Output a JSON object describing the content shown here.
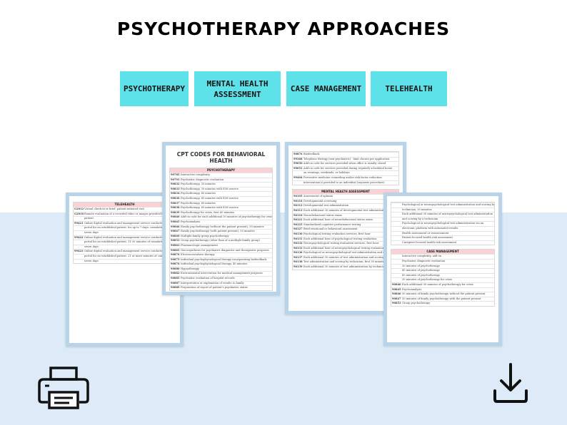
{
  "header": {
    "title": "PSYCHOTHERAPY APPROACHES"
  },
  "tabs": [
    {
      "label": "PSYCHOTHERAPY"
    },
    {
      "label": "MENTAL HEALTH ASSESSMENT"
    },
    {
      "label": "CASE MANAGEMENT"
    },
    {
      "label": "TELEHEALTH"
    }
  ],
  "pages": {
    "telehealth": {
      "sections": [
        {
          "heading": "TELEHEALTH",
          "rows": [
            {
              "code": "G2012",
              "desc": "Virtual check-in or brief, patient-initiated visit"
            },
            {
              "code": "G2010",
              "desc": "Remote evaluation of a recorded video or images provided by an established"
            },
            {
              "code": "",
              "desc": "patient"
            },
            {
              "code": "99421",
              "desc": "Online digital evaluation and management service conducted via a secure"
            },
            {
              "code": "",
              "desc": "portal for an established patient, for up to 7 days, cumulative time"
            },
            {
              "code": "",
              "desc": "seven days"
            },
            {
              "code": "99422",
              "desc": "Online digital evaluation and management service conducted via a secure"
            },
            {
              "code": "",
              "desc": "portal for an established patient, 11-20 minutes of cumulative time"
            },
            {
              "code": "",
              "desc": "seven days"
            },
            {
              "code": "99423",
              "desc": "Online digital evaluation and management service conducted via a secure"
            },
            {
              "code": "",
              "desc": "portal for an established patient, 21 or more minutes of cumulative time"
            },
            {
              "code": "",
              "desc": "seven days"
            }
          ]
        }
      ]
    },
    "psychotherapy": {
      "title": "CPT CODES FOR BEHAVIORAL HEALTH",
      "sections": [
        {
          "heading": "PSYCHOTHERAPY",
          "rows": [
            {
              "code": "90785",
              "desc": "Interactive complexity"
            },
            {
              "code": "90791",
              "desc": "Psychiatric diagnostic evaluation"
            },
            {
              "code": "90832",
              "desc": "Psychotherapy, 30 minutes"
            },
            {
              "code": "90833",
              "desc": "Psychotherapy, 30 minutes with E/M service"
            },
            {
              "code": "90834",
              "desc": "Psychotherapy, 45 minutes"
            },
            {
              "code": "90836",
              "desc": "Psychotherapy, 45 minutes with E/M service"
            },
            {
              "code": "90837",
              "desc": "Psychotherapy, 60 minutes"
            },
            {
              "code": "90838",
              "desc": "Psychotherapy, 60 minutes with E/M service"
            },
            {
              "code": "90839",
              "desc": "Psychotherapy for crisis, first 60 minutes"
            },
            {
              "code": "90840",
              "desc": "Add-on code for each additional 30 minutes of psychotherapy for crisis"
            },
            {
              "code": "90845",
              "desc": "Psychoanalysis"
            },
            {
              "code": "90846",
              "desc": "Family psychotherapy (without the patient present), 50 minutes"
            },
            {
              "code": "90847",
              "desc": "Family psychotherapy (with patient present), 50 minutes"
            },
            {
              "code": "90849",
              "desc": "Multiple-family group psychotherapy"
            },
            {
              "code": "90853",
              "desc": "Group psychotherapy (other than of a multiple-family group)"
            },
            {
              "code": "90863",
              "desc": "Pharmacologic management"
            },
            {
              "code": "90865",
              "desc": "Narcosynthesis for psychiatric diagnostic and therapeutic purposes"
            },
            {
              "code": "90870",
              "desc": "Electroconvulsive therapy"
            },
            {
              "code": "90875",
              "desc": "Individual psychophysiological therapy incorporating biofeedback"
            },
            {
              "code": "90876",
              "desc": "Individual psychophysiological therapy, 45 minutes"
            },
            {
              "code": "90880",
              "desc": "Hypnotherapy"
            },
            {
              "code": "90882",
              "desc": "Environmental intervention for medical management purposes"
            },
            {
              "code": "90885",
              "desc": "Psychiatric evaluation of hospital records"
            },
            {
              "code": "90887",
              "desc": "Interpretation or explanation of results to family"
            },
            {
              "code": "90889",
              "desc": "Preparation of report of patient's psychiatric status"
            }
          ]
        }
      ]
    },
    "assessment": {
      "sections": [
        {
          "heading": "",
          "rows": [
            {
              "code": "90876",
              "desc": "Biofeedback"
            },
            {
              "code": "99368",
              "desc": "Telephone therapy (non-psychiatric) - limit chosen per application"
            },
            {
              "code": "99050",
              "desc": "Add-on code for services provided when office is usually closed"
            },
            {
              "code": "99051",
              "desc": "Add-on code for services provided during regularly scheduled hours"
            },
            {
              "code": "",
              "desc": "on evenings, weekends, or holidays"
            },
            {
              "code": "99404",
              "desc": "Preventive medicine counseling and/or risk factor reduction"
            },
            {
              "code": "",
              "desc": "intervention(s) provided to an individual (separate procedure)"
            }
          ]
        },
        {
          "heading": "MENTAL HEALTH ASSESSMENT",
          "rows": [
            {
              "code": "96105",
              "desc": "Assessment of aphasia"
            },
            {
              "code": "96110",
              "desc": "Developmental screening"
            },
            {
              "code": "96112",
              "desc": "Developmental test administration"
            },
            {
              "code": "96113",
              "desc": "Each additional 30 minutes of developmental test administration"
            },
            {
              "code": "96116",
              "desc": "Neurobehavioral status exam"
            },
            {
              "code": "96121",
              "desc": "Each additional hour of neurobehavioral status exam"
            },
            {
              "code": "96125",
              "desc": "Standardized cognitive performance testing"
            },
            {
              "code": "96127",
              "desc": "Brief emotional or behavioral assessment"
            },
            {
              "code": "96130",
              "desc": "Psychological testing evaluation services, first hour"
            },
            {
              "code": "96131",
              "desc": "Each additional hour of psychological testing evaluation"
            },
            {
              "code": "96132",
              "desc": "Neuropsychological testing evaluation services, first hour"
            },
            {
              "code": "96133",
              "desc": "Each additional hour of neuropsychological testing evaluation"
            },
            {
              "code": "96136",
              "desc": "Psychological or neuropsychological test administration and scoring"
            },
            {
              "code": "96137",
              "desc": "Each additional 30 minutes of test administration and scoring"
            },
            {
              "code": "96138",
              "desc": "Test administration and scoring by technician, first 30 minutes"
            },
            {
              "code": "96139",
              "desc": "Each additional 30 minutes of test administration by technician"
            }
          ]
        }
      ]
    },
    "case_management": {
      "sections": [
        {
          "heading": "",
          "rows": [
            {
              "code": "",
              "desc": "Psychological or neuropsychological test administration and scoring by"
            },
            {
              "code": "",
              "desc": "technician, 30 minutes"
            },
            {
              "code": "",
              "desc": "Each additional 30 minutes of neuropsychological test administration"
            },
            {
              "code": "",
              "desc": "and scoring by a technician"
            },
            {
              "code": "",
              "desc": "Psychological or neuropsychological test administration via an"
            },
            {
              "code": "",
              "desc": "electronic platform with automated results"
            },
            {
              "code": "",
              "desc": "Health assessment or reassessment"
            },
            {
              "code": "",
              "desc": "Patient-focused health risk assessment"
            },
            {
              "code": "",
              "desc": "Caregiver-focused health risk assessment"
            }
          ]
        },
        {
          "heading": "CASE MANAGEMENT",
          "rows": [
            {
              "code": "",
              "desc": "Interactive complexity, add-on"
            },
            {
              "code": "",
              "desc": "Psychiatric diagnostic evaluation"
            },
            {
              "code": "",
              "desc": "30 minutes of psychotherapy"
            },
            {
              "code": "",
              "desc": "45 minutes of psychotherapy"
            },
            {
              "code": "",
              "desc": "60 minutes of psychotherapy"
            },
            {
              "code": "",
              "desc": "30 minutes of psychotherapy for crisis"
            },
            {
              "code": "90840",
              "desc": "Each additional 30 minutes of psychotherapy for crisis"
            },
            {
              "code": "90845",
              "desc": "Psychoanalysis"
            },
            {
              "code": "90846",
              "desc": "50 minutes of family psychotherapy without the patient present"
            },
            {
              "code": "90847",
              "desc": "50 minutes of family psychotherapy with the patient present"
            },
            {
              "code": "90853",
              "desc": "Group psychotherapy"
            }
          ]
        }
      ]
    }
  },
  "icons": {
    "print": "printer-icon",
    "download": "download-icon"
  },
  "colors": {
    "accent": "#5ee2ea",
    "band": "#ddebf8",
    "section_header": "#f9d2d6",
    "page_border": "#b9d3e8"
  }
}
